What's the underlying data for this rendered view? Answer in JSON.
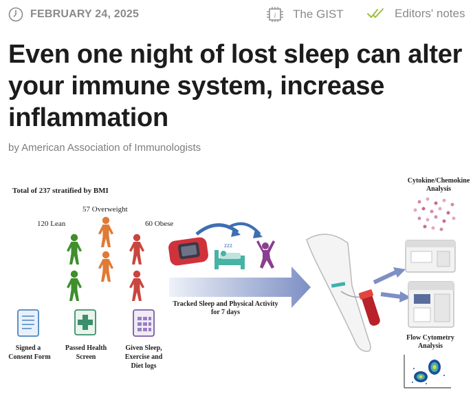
{
  "meta": {
    "date": "FEBRUARY 24, 2025",
    "gist_label": "The GIST",
    "editors_label": "Editors' notes",
    "icons": {
      "date": "clock-icon",
      "gist": "chip-icon",
      "editors": "double-check-icon"
    },
    "colors": {
      "meta_gray": "#8a8a8a",
      "check_green": "#9bbf3c",
      "headline": "#1c1c1c"
    }
  },
  "article": {
    "headline": "Even one night of lost sleep can alter your immune system, increase inflammation",
    "byline": "by American Association of Immunologists"
  },
  "figure": {
    "total_label": "Total of 237 stratified by BMI",
    "groups": [
      {
        "label": "120 Lean",
        "color": "#3f8f2c"
      },
      {
        "label": "57 Overweight",
        "color": "#e07a35"
      },
      {
        "label": "60 Obese",
        "color": "#c9463f"
      }
    ],
    "tracked_line1": "Tracked Sleep and Physical Activity",
    "tracked_line2": "for 7 days",
    "steps": [
      {
        "line1": "Signed a",
        "line2": "Consent Form"
      },
      {
        "line1": "Passed Health",
        "line2": "Screen"
      },
      {
        "line1": "Given Sleep,",
        "line2": "Exercise and",
        "line3": "Diet logs"
      }
    ],
    "cytokine_line1": "Cytokine/Chemokine",
    "cytokine_line2": "Analysis",
    "flow_line1": "Flow Cytometry",
    "flow_line2": "Analysis"
  }
}
